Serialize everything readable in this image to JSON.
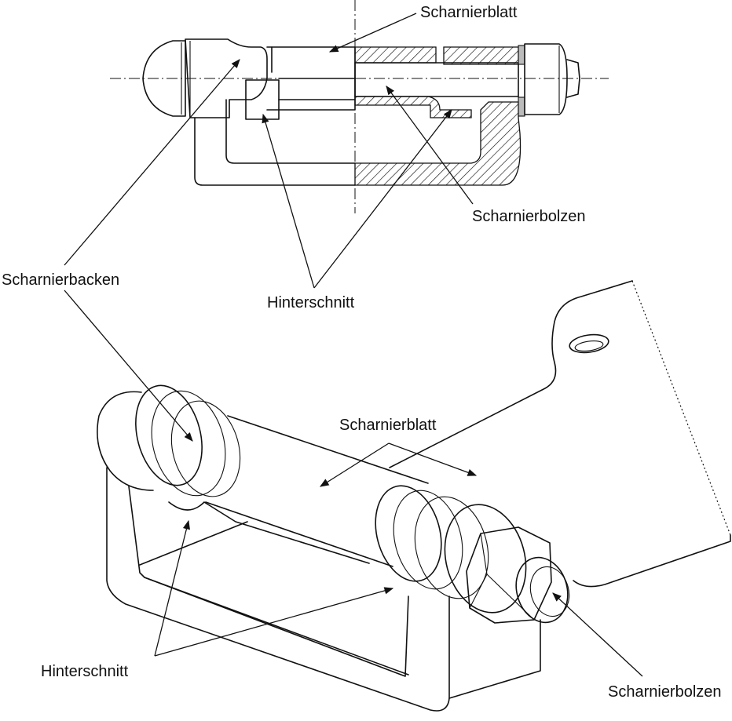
{
  "top_view": {
    "labels": {
      "blade": "Scharnierblatt",
      "pin": "Scharnierbolzen",
      "jaw": "Scharnierbacken",
      "undercut": "Hinterschnitt"
    }
  },
  "iso_view": {
    "labels": {
      "blade": "Scharnierblatt",
      "undercut": "Hinterschnitt",
      "pin": "Scharnierbolzen"
    }
  },
  "colors": {
    "line": "#111111",
    "background": "#ffffff",
    "washer": "#bbbbbb"
  }
}
